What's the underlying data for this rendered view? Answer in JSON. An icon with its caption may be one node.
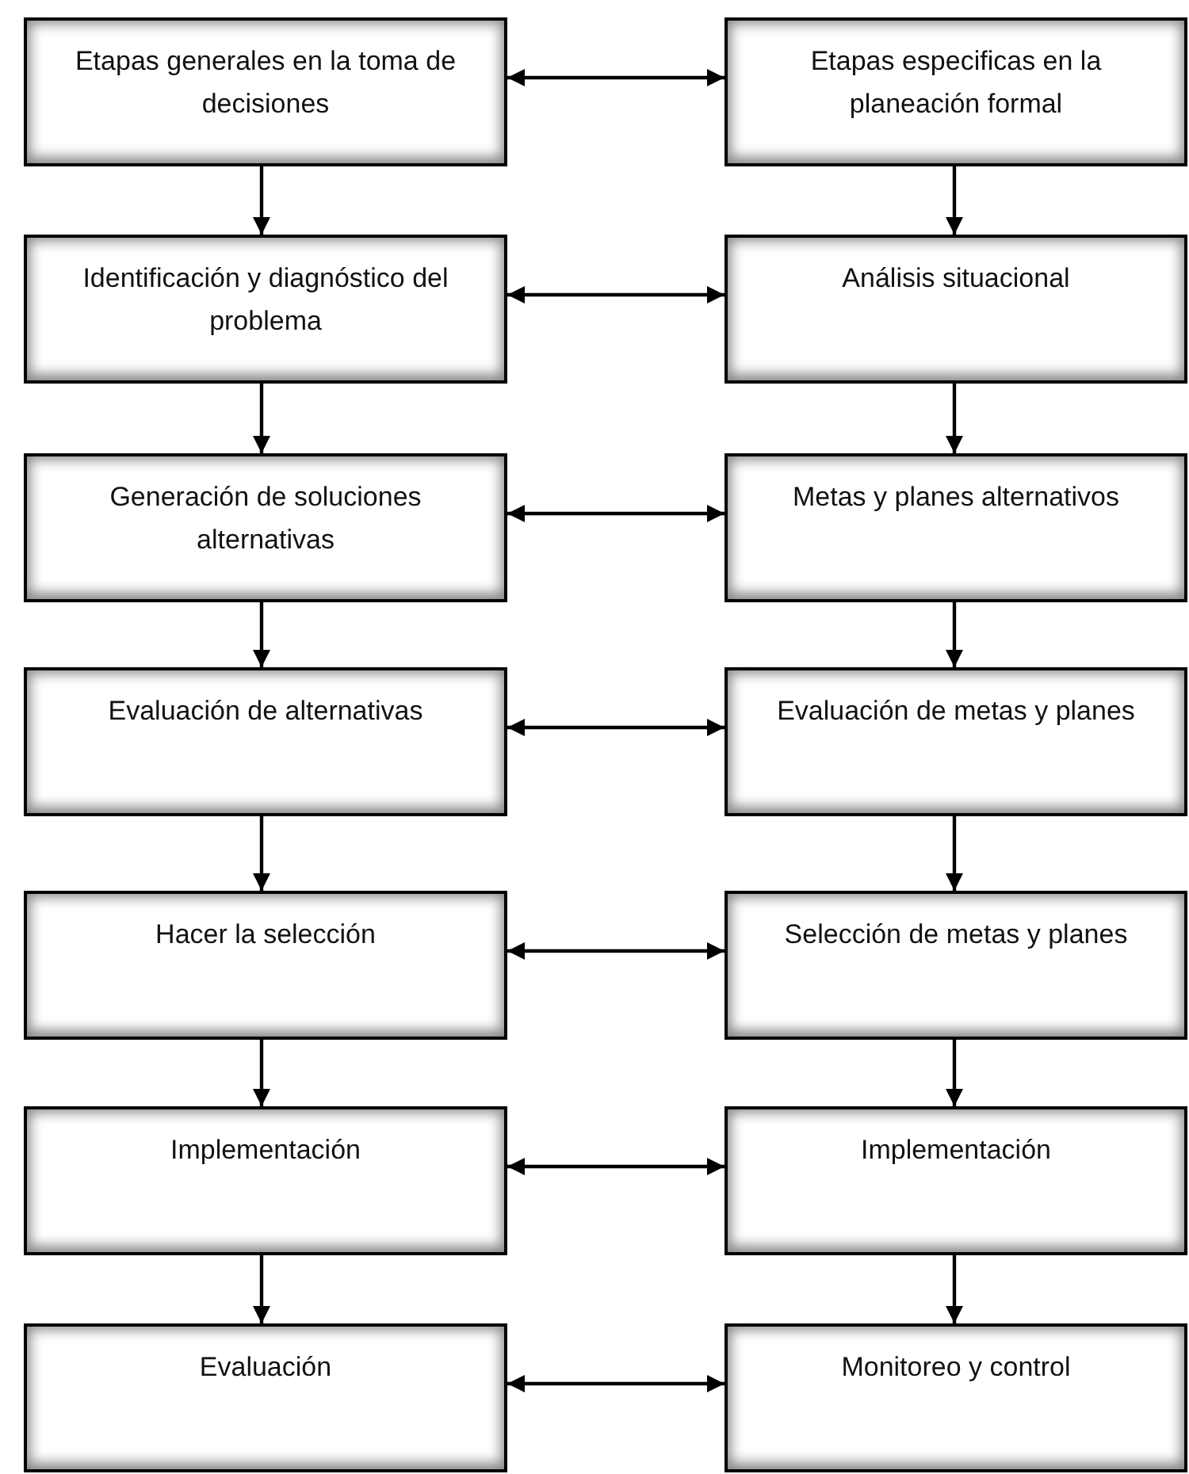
{
  "diagram": {
    "nodes": [
      {
        "text": [
          "Etapas generales en la toma de decisiones"
        ]
      },
      {
        "text": [
          "Etapas especificas en la planeación formal"
        ]
      },
      {
        "text": [
          "Identificación y diagnóstico del problema"
        ]
      },
      {
        "text": [
          "Análisis situacional"
        ]
      },
      {
        "text": [
          "Generación de soluciones alternativas"
        ]
      },
      {
        "text": [
          "Metas y planes alternativos"
        ]
      },
      {
        "text": [
          "Evaluación de alternativas"
        ]
      },
      {
        "text": [
          "Evaluación de metas y planes"
        ]
      },
      {
        "text": [
          "Hacer la selección"
        ]
      },
      {
        "text": [
          "Selección de metas y planes"
        ]
      },
      {
        "text": [
          "Implementación"
        ]
      },
      {
        "text": [
          "Implementación"
        ]
      },
      {
        "text": [
          "Evaluación"
        ]
      },
      {
        "text": [
          "Monitoreo y control"
        ]
      }
    ],
    "edges": [
      {
        "from": 0,
        "to": 1,
        "arrow": "both"
      },
      {
        "from": 0,
        "to": 2,
        "arrow": "to"
      },
      {
        "from": 1,
        "to": 3,
        "arrow": "to"
      },
      {
        "from": 2,
        "to": 3,
        "arrow": "both"
      },
      {
        "from": 2,
        "to": 4,
        "arrow": "to"
      },
      {
        "from": 3,
        "to": 5,
        "arrow": "to"
      },
      {
        "from": 4,
        "to": 5,
        "arrow": "both"
      },
      {
        "from": 4,
        "to": 6,
        "arrow": "to"
      },
      {
        "from": 5,
        "to": 7,
        "arrow": "to"
      },
      {
        "from": 6,
        "to": 7,
        "arrow": "both"
      },
      {
        "from": 6,
        "to": 8,
        "arrow": "to"
      },
      {
        "from": 7,
        "to": 9,
        "arrow": "to"
      },
      {
        "from": 8,
        "to": 9,
        "arrow": "both"
      },
      {
        "from": 8,
        "to": 10,
        "arrow": "to"
      },
      {
        "from": 9,
        "to": 11,
        "arrow": "to"
      },
      {
        "from": 10,
        "to": 11,
        "arrow": "both"
      },
      {
        "from": 10,
        "to": 12,
        "arrow": "to"
      },
      {
        "from": 11,
        "to": 13,
        "arrow": "to"
      },
      {
        "from": 12,
        "to": 13,
        "arrow": "both"
      }
    ]
  }
}
